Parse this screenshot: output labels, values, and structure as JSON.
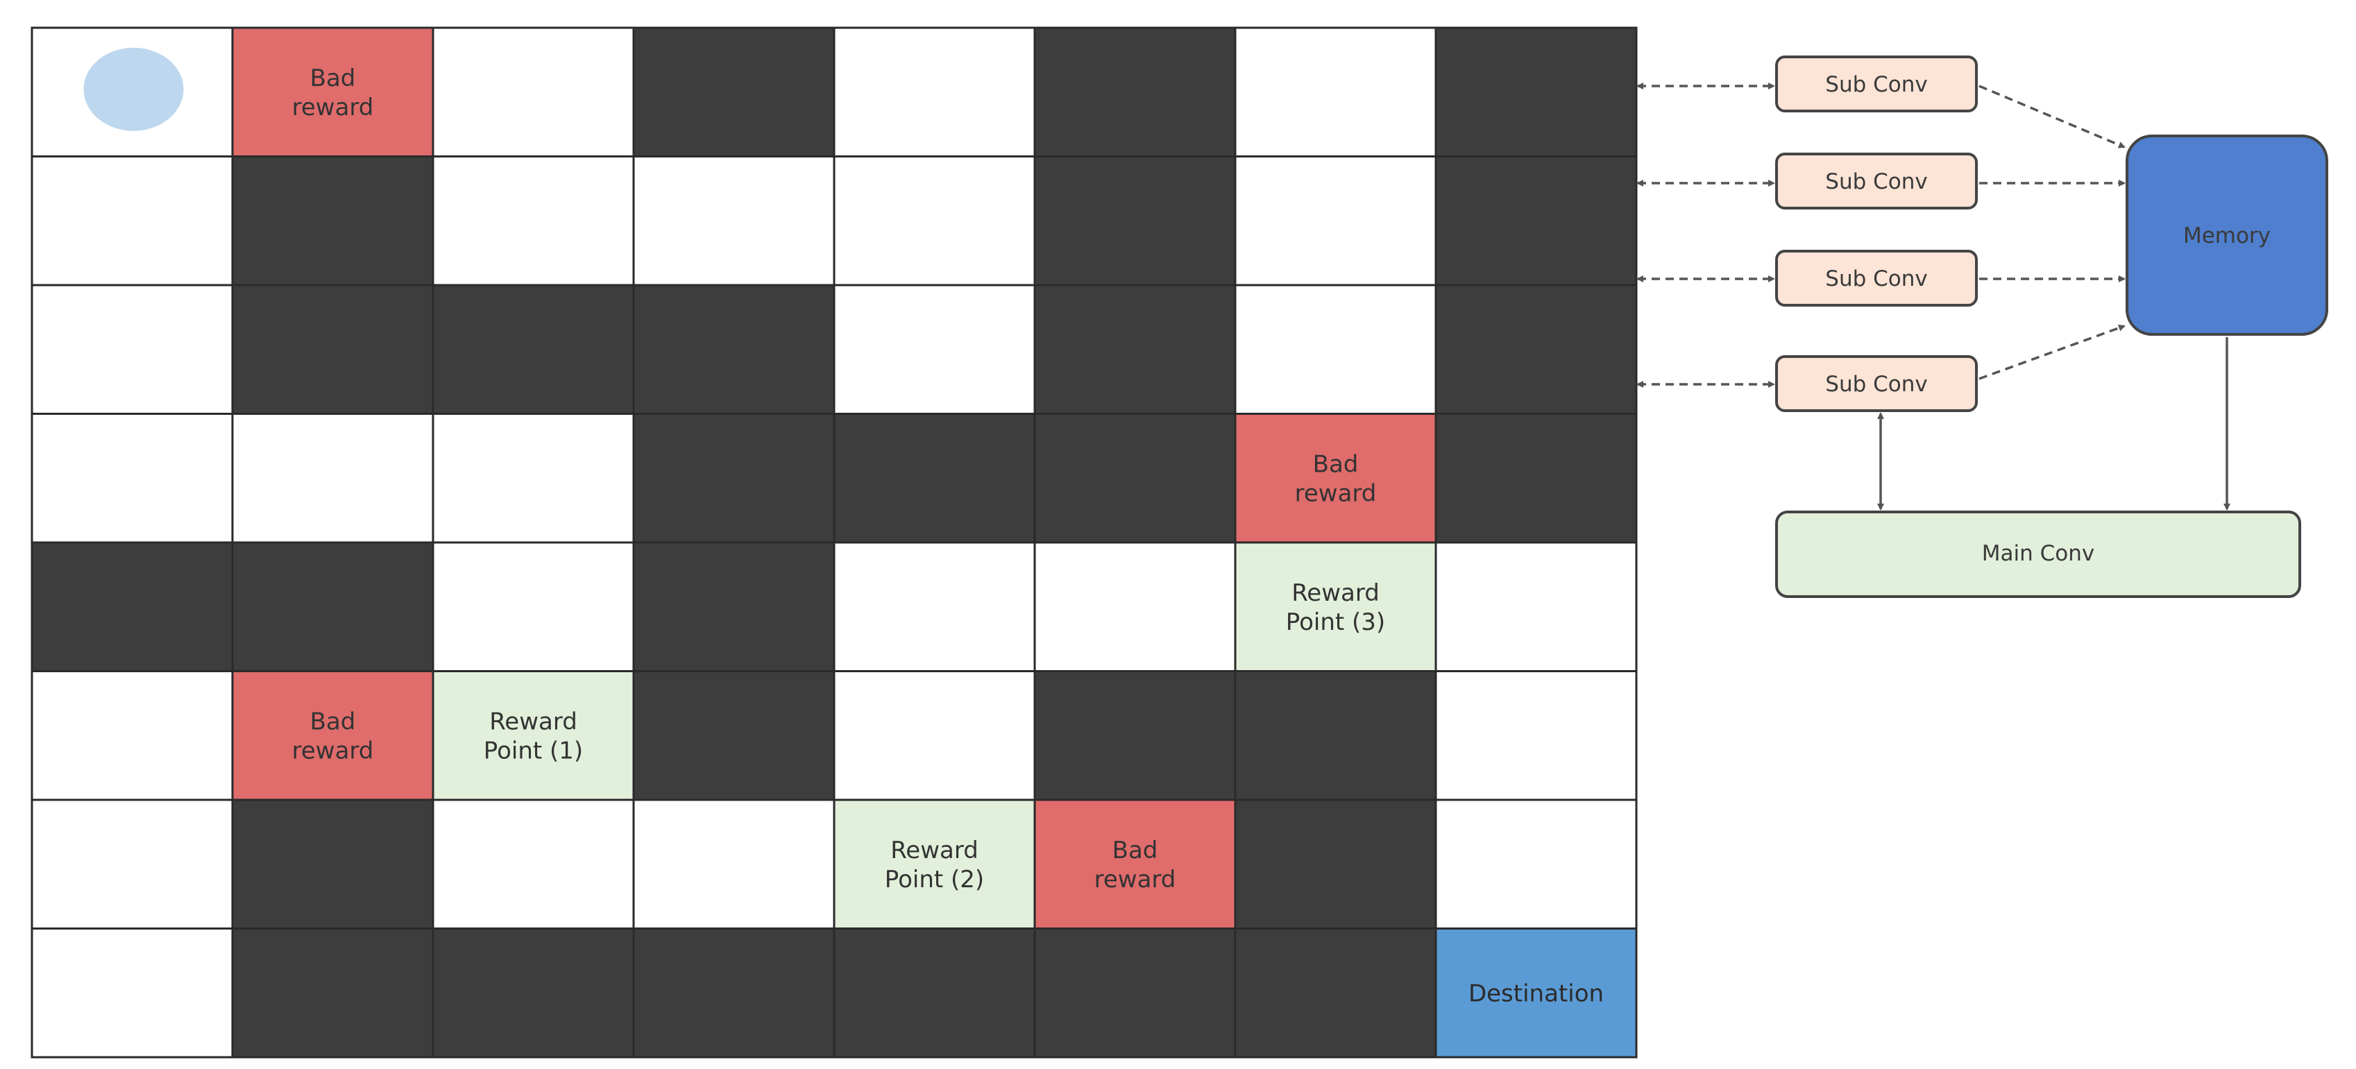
{
  "maze": {
    "rows": 8,
    "cols": 8,
    "grid": [
      [
        "W",
        "B",
        "W",
        "D",
        "W",
        "D",
        "W",
        "D"
      ],
      [
        "W",
        "D",
        "W",
        "W",
        "W",
        "D",
        "W",
        "D"
      ],
      [
        "W",
        "D",
        "D",
        "D",
        "W",
        "D",
        "W",
        "D"
      ],
      [
        "W",
        "W",
        "W",
        "D",
        "D",
        "D",
        "B",
        "D"
      ],
      [
        "D",
        "D",
        "W",
        "D",
        "W",
        "W",
        "R",
        "W"
      ],
      [
        "W",
        "B",
        "R",
        "D",
        "W",
        "D",
        "D",
        "W"
      ],
      [
        "W",
        "D",
        "W",
        "W",
        "R",
        "B",
        "D",
        "W"
      ],
      [
        "W",
        "D",
        "D",
        "D",
        "D",
        "D",
        "D",
        "G"
      ]
    ],
    "labels": {
      "0,1": [
        "Bad",
        "reward"
      ],
      "3,6": [
        "Bad",
        "reward"
      ],
      "4,6": [
        "Reward",
        "Point (3)"
      ],
      "5,1": [
        "Bad",
        "reward"
      ],
      "5,2": [
        "Reward",
        "Point (1)"
      ],
      "6,4": [
        "Reward",
        "Point (2)"
      ],
      "6,5": [
        "Bad",
        "reward"
      ],
      "7,7": [
        "Destination"
      ]
    },
    "agent_cell": [
      0,
      0
    ],
    "colors": {
      "W": "#ffffff",
      "D": "#3d3d3d",
      "B": "#e06c6c",
      "R": "#e2efda",
      "G": "#5b9bd5",
      "agent": "#bdd7ee",
      "gridline": "#2a2a2a"
    }
  },
  "network": {
    "sub_convs": [
      "Sub Conv",
      "Sub Conv",
      "Sub Conv",
      "Sub Conv"
    ],
    "memory_label": "Memory",
    "main_conv_label": "Main Conv",
    "colors": {
      "sub_fill": "#fce4d6",
      "memory_fill": "#4f7fce",
      "main_fill": "#e2efda",
      "border": "#444444",
      "arrow": "#555555"
    }
  }
}
